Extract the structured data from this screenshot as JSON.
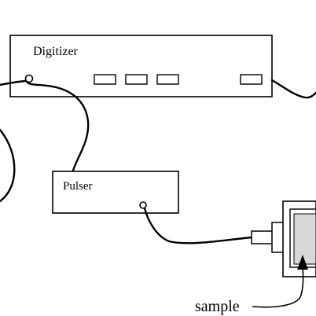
{
  "diagram": {
    "digitizer": {
      "label": "Digitizer",
      "front_panel_slots": 4
    },
    "pulser": {
      "label": "Pulser"
    },
    "sample": {
      "label": "sample"
    },
    "colors": {
      "stroke": "#000000",
      "background": "#ffffff",
      "sample_fill": "#d8d8d8"
    }
  }
}
